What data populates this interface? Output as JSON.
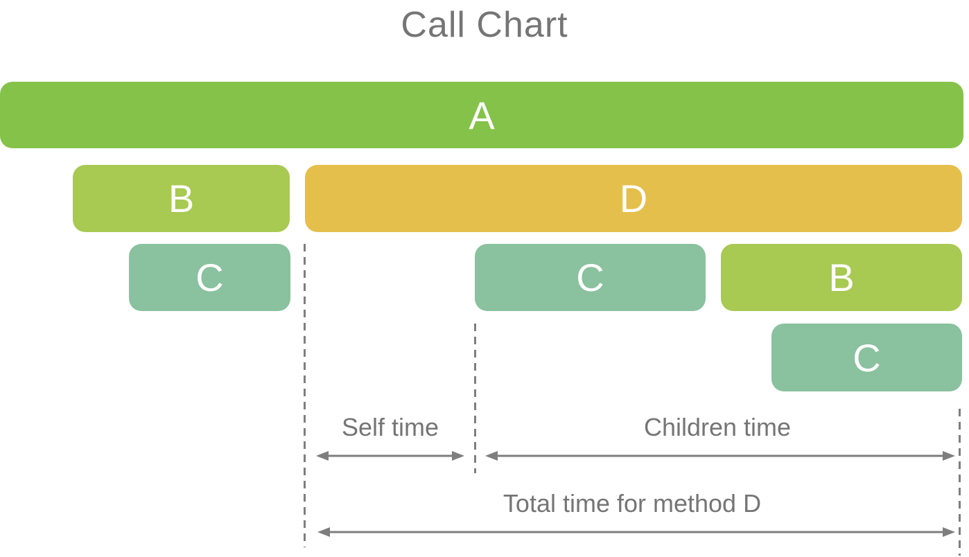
{
  "title": "Call Chart",
  "colors": {
    "bar-a": "#85C24A",
    "bar-b": "#A8C952",
    "bar-c": "#8AC19E",
    "bar-d": "#E5BF4B",
    "bar-text": "#FFFFFF",
    "title-gray": "#757575",
    "line-gray": "#7E7E7E"
  },
  "bars": [
    {
      "name": "bar-a-row1",
      "label": "A"
    },
    {
      "name": "bar-b-row2",
      "label": "B"
    },
    {
      "name": "bar-d-row2",
      "label": "D"
    },
    {
      "name": "bar-c-row3-left",
      "label": "C"
    },
    {
      "name": "bar-c-row3-mid",
      "label": "C"
    },
    {
      "name": "bar-b-row3-right",
      "label": "B"
    },
    {
      "name": "bar-c-row4",
      "label": "C"
    }
  ],
  "annotations": {
    "self_time": "Self time",
    "children_time": "Children time",
    "total_time": "Total time for method D"
  }
}
